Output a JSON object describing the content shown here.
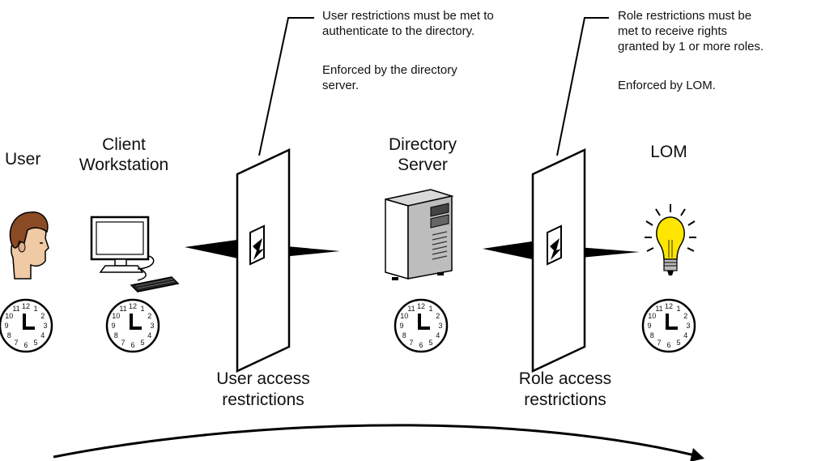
{
  "labels": {
    "user": "User",
    "client_line1": "Client",
    "client_line2": "Workstation",
    "directory_line1": "Directory",
    "directory_line2": "Server",
    "lom": "LOM",
    "user_access_line1": "User access",
    "user_access_line2": "restrictions",
    "role_access_line1": "Role access",
    "role_access_line2": "restrictions"
  },
  "notes": {
    "user_note_line1": "User restrictions must be met to",
    "user_note_line2": "authenticate to the directory.",
    "user_note_line3": "Enforced by the directory",
    "user_note_line4": "server.",
    "role_note_line1": "Role restrictions must be",
    "role_note_line2": "met to receive rights",
    "role_note_line3": "granted by 1 or more roles.",
    "role_note_line4": "Enforced by LOM."
  },
  "clock_numbers": [
    "12",
    "1",
    "2",
    "3",
    "4",
    "5",
    "6",
    "7",
    "8",
    "9",
    "10",
    "11"
  ],
  "icons": {
    "user": "person-head-icon",
    "client": "computer-workstation-icon",
    "server": "tower-server-icon",
    "lom": "light-bulb-icon",
    "clock": "clock-icon",
    "wall": "restriction-wall-icon",
    "link": "lightning-link-icon",
    "flow": "flow-arrow-icon"
  },
  "colors": {
    "bulb": "#ffe600",
    "skin": "#f0c9a5",
    "hair": "#8a4a24",
    "line": "#000000"
  }
}
